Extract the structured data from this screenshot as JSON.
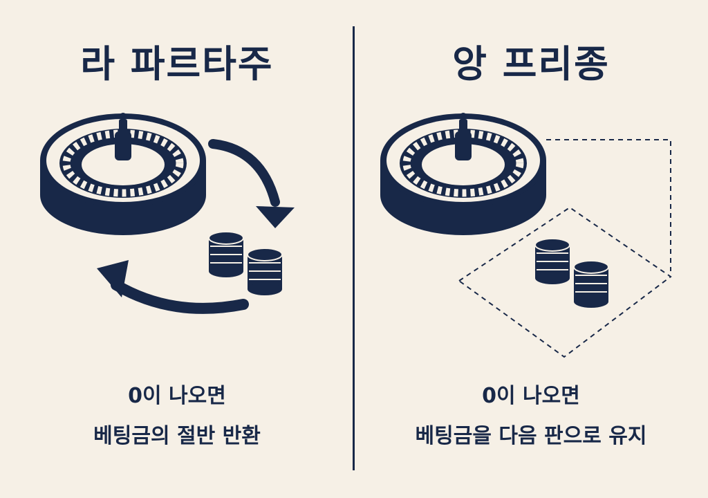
{
  "la_partage": {
    "title": "라 파르타주",
    "line1": "0이 나오면",
    "line2": "베팅금의 절반 반환"
  },
  "en_prison": {
    "title": "앙 프리종",
    "line1": "0이 나오면",
    "line2": "베팅금을 다음 판으로 유지"
  },
  "colors": {
    "background": "#f6f0e6",
    "ink": "#182848"
  },
  "icons": [
    "roulette-wheel-icon",
    "chip-stack-icon",
    "return-arrow-icon",
    "dashed-zone-icon"
  ]
}
